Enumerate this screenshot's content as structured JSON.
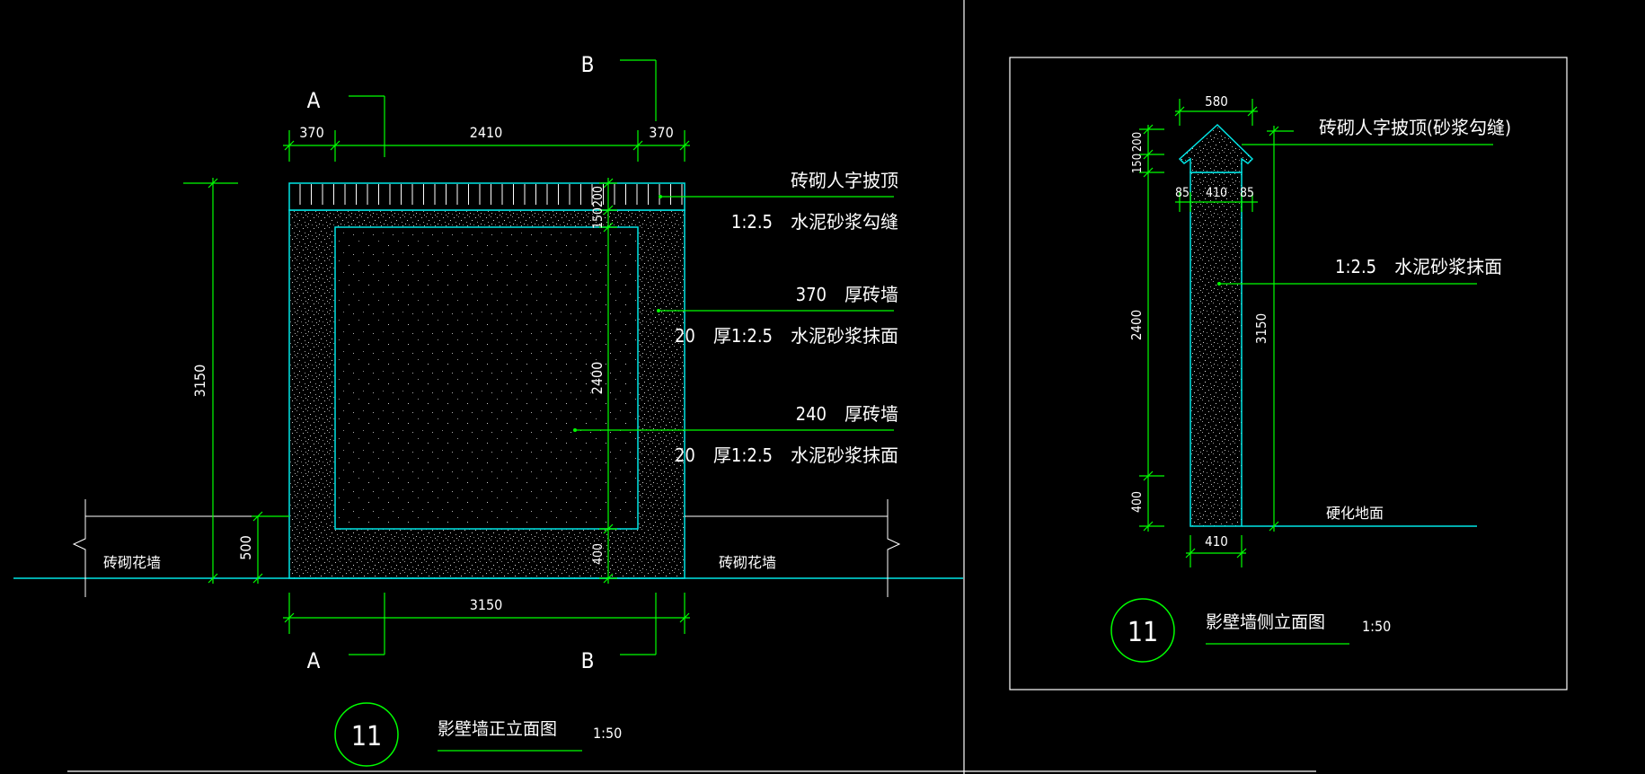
{
  "colors": {
    "background": "#000000",
    "dimension": "#00ff00",
    "outline": "#00e5e5",
    "text": "#ffffff",
    "white_line": "#ffffff"
  },
  "front_view": {
    "section_a": "A",
    "section_b": "B",
    "dims": {
      "top_left": "370",
      "top_mid": "2410",
      "top_right": "370",
      "cap": "200",
      "border": "150",
      "inner": "2400",
      "base": "400",
      "total_height": "3150",
      "fence_height": "500",
      "bottom_width": "3150"
    },
    "notes": {
      "cap_line1": "砖砌人字披顶",
      "cap_line2": "1:2.5　水泥砂浆勾缝",
      "wall370_line1": "370　厚砖墙",
      "wall370_line2": "20　厚1:2.5　水泥砂浆抹面",
      "wall240_line1": "240　厚砖墙",
      "wall240_line2": "20　厚1:2.5　水泥砂浆抹面"
    },
    "left_fence": "砖砌花墙",
    "right_fence": "砖砌花墙",
    "title": {
      "number": "11",
      "name": "影壁墙正立面图",
      "scale": "1:50"
    }
  },
  "side_view": {
    "dims": {
      "top_width": "580",
      "cap": "200",
      "border": "150",
      "left_offset": "85",
      "mid_width": "410",
      "right_offset": "85",
      "height_2400": "2400",
      "height_400": "400",
      "total_height": "3150",
      "base_width": "410"
    },
    "notes": {
      "cap": "砖砌人字披顶(砂浆勾缝)",
      "plaster": "1:2.5　水泥砂浆抹面",
      "ground": "硬化地面"
    },
    "title": {
      "number": "11",
      "name": "影壁墙侧立面图",
      "scale": "1:50"
    }
  }
}
